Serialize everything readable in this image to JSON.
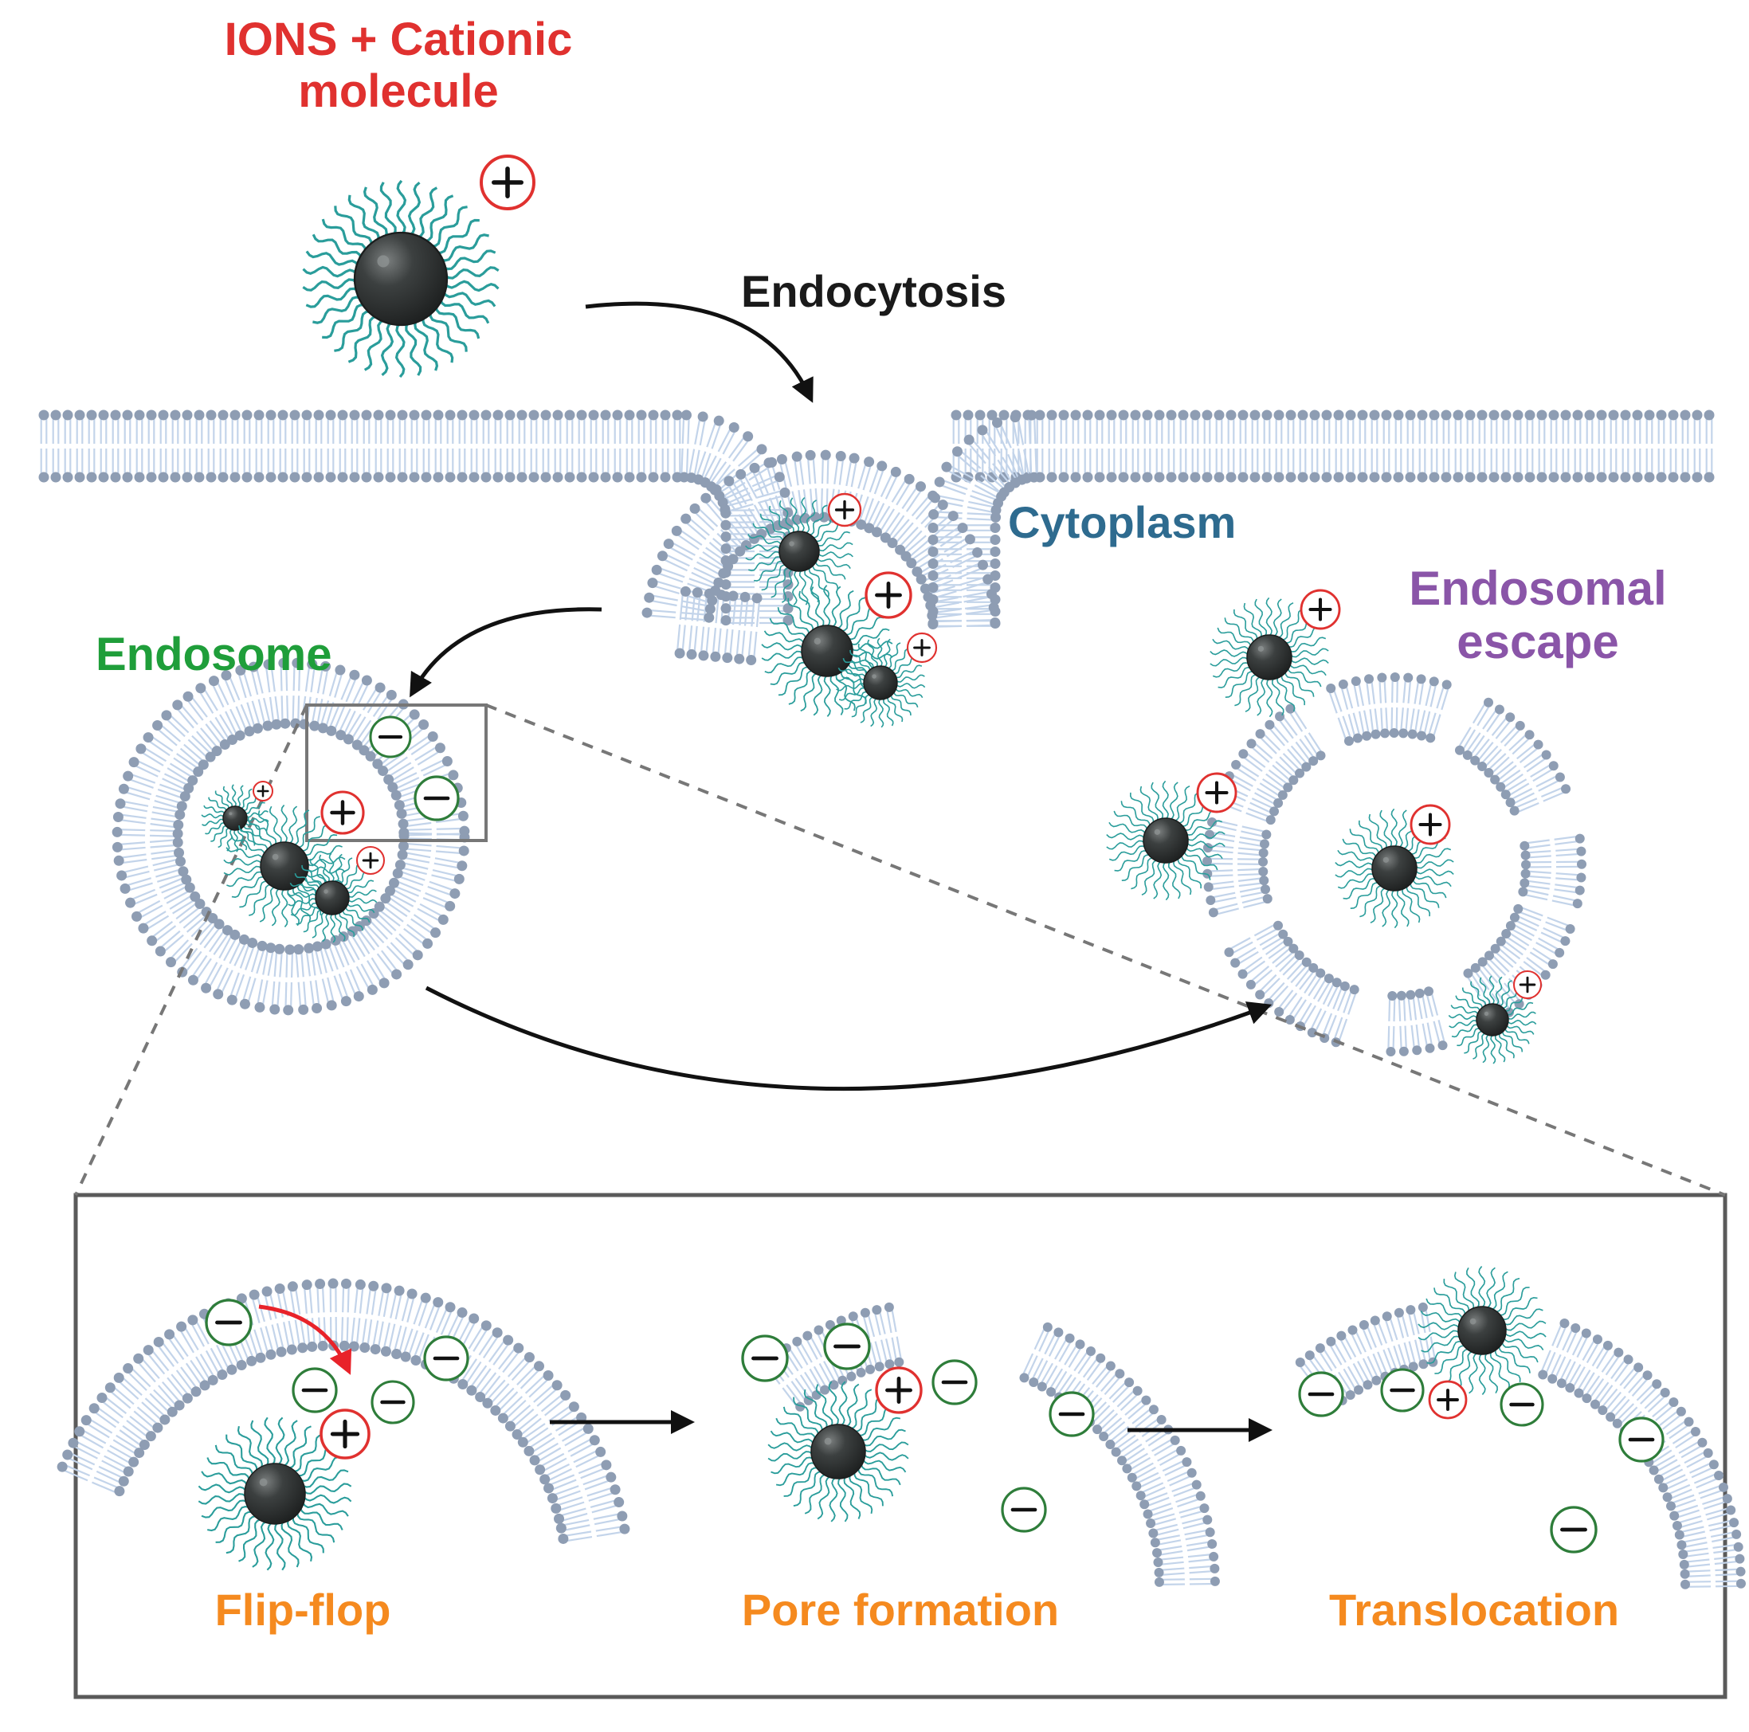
{
  "labels": {
    "title_line1": "IONS + Cationic",
    "title_line2": "molecule",
    "endocytosis": "Endocytosis",
    "cytoplasm": "Cytoplasm",
    "endosome": "Endosome",
    "escape_line1": "Endosomal",
    "escape_line2": "escape"
  },
  "steps": [
    "Flip-flop",
    "Pore formation",
    "Translocation"
  ],
  "charges": {
    "positive": "+",
    "negative": "−"
  },
  "colors": {
    "title": "#e0312f",
    "cytoplasm": "#2e6b8f",
    "endosome": "#1f9e3a",
    "escape": "#8a55a8",
    "steps": "#f58a1f",
    "lipid_head": "#8e9db3",
    "lipid_tail": "#c3d4ea",
    "ligand": "#2a9d9b",
    "core": "#333636",
    "positive_ring": "#e0312f",
    "negative_ring": "#2e7d3a"
  },
  "icons": [
    "nanoparticle-icon",
    "positive-charge-icon",
    "negative-charge-icon",
    "lipid-bilayer",
    "arrow-icon"
  ]
}
